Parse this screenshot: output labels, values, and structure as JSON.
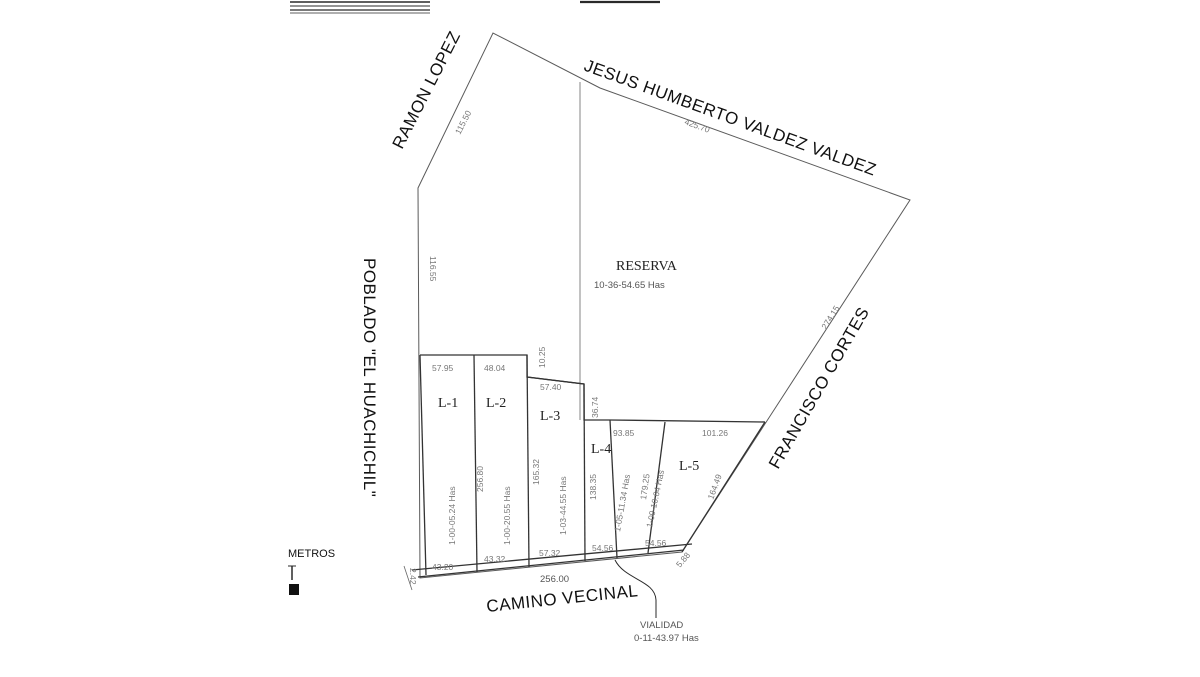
{
  "neighbors": {
    "north_west": "RAMON LOPEZ",
    "north": "JESUS HUMBERTO VALDEZ VALDEZ",
    "west": "POBLADO \"EL HUACHICHIL\"",
    "east": "FRANCISCO CORTES",
    "south": "CAMINO VECINAL"
  },
  "reserve": {
    "label": "RESERVA",
    "area": "10-36-54.65 Has"
  },
  "lots": [
    {
      "label": "L-1",
      "area": "1-00-05.24 Has",
      "top": "57.95",
      "bottom": "43.20"
    },
    {
      "label": "L-2",
      "area": "1-00-20.55 Has",
      "top": "48.04",
      "bottom": "43.32",
      "side": "256.80"
    },
    {
      "label": "L-3",
      "area": "1-03-44.55 Has",
      "top": "57.40",
      "bottom": "57.32",
      "side": "165.32",
      "side_top": "10.25"
    },
    {
      "label": "L-4",
      "area": "1-05-11.34 Has",
      "top": "93.85",
      "bottom": "54.56",
      "side": "138.35",
      "side_top": "36.74"
    },
    {
      "label": "L-5",
      "area": "1-00-10.64 Has",
      "top": "101.26",
      "bottom": "54.56",
      "side": "164.49",
      "side_left": "179.25"
    }
  ],
  "dimensions": {
    "north_west_side": "115.50",
    "north_side": "425.70",
    "west_side": "116.55",
    "east_side": "274.15",
    "south_total": "256.00",
    "south_left_end": "2.42",
    "south_right_end": "5.88"
  },
  "vialidad": {
    "label": "VIALIDAD",
    "area": "0-11-43.97 Has"
  },
  "scale_label": "METROS",
  "colors": {
    "ink": "#111111",
    "line": "#333333",
    "faint": "#777777"
  }
}
